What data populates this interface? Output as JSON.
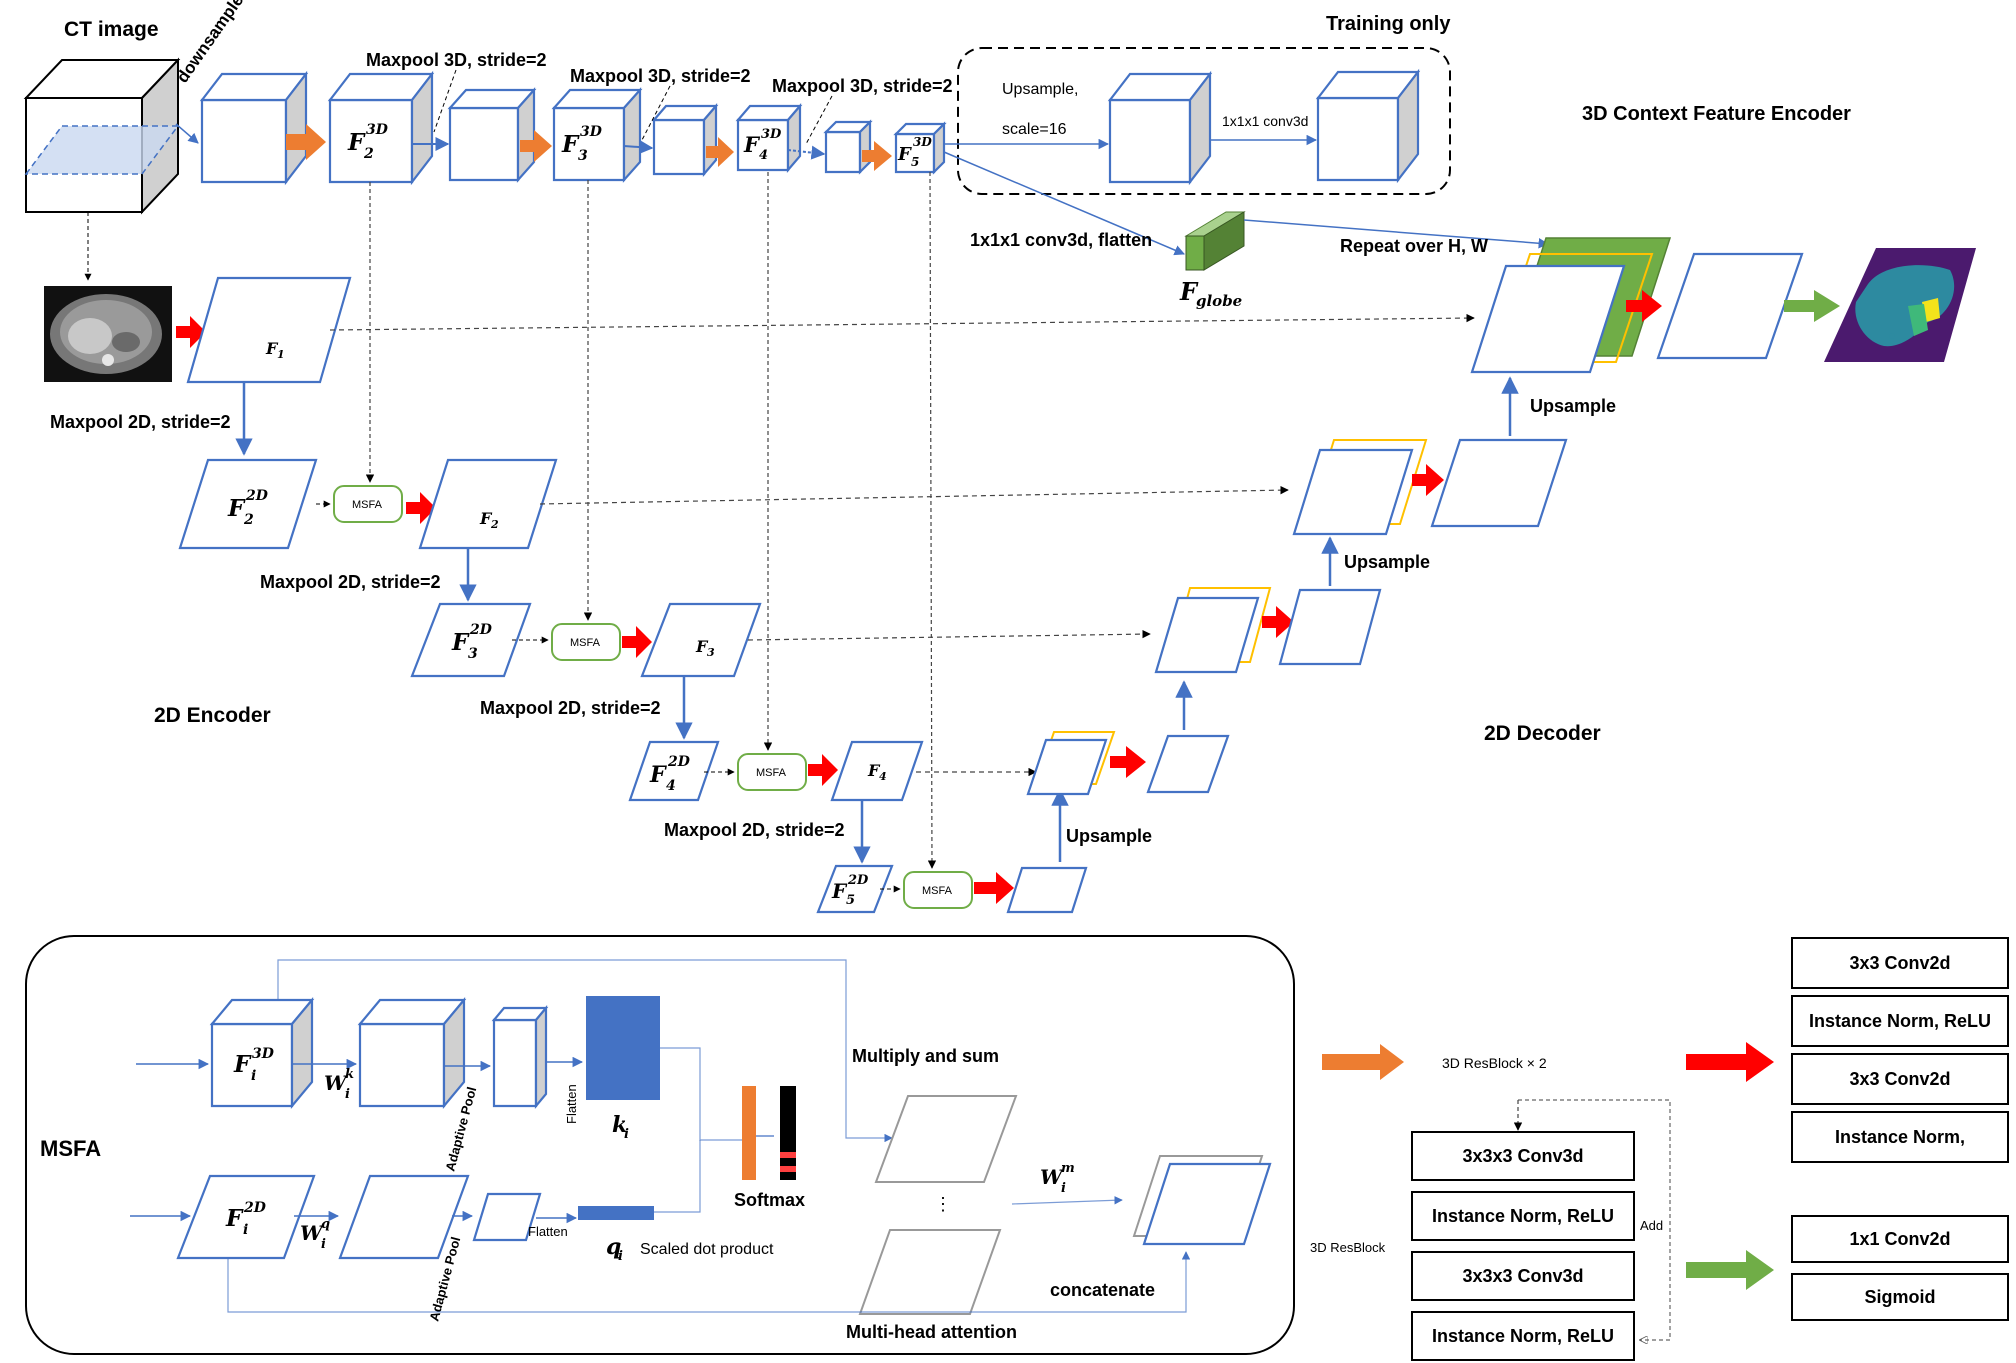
{
  "labels": {
    "ct_image": "CT image",
    "downsample": "downsample",
    "maxpool3d_1": "Maxpool 3D, stride=2",
    "maxpool3d_2": "Maxpool 3D, stride=2",
    "maxpool3d_3": "Maxpool 3D, stride=2",
    "training_only": "Training only",
    "upsample_scale_1": "Upsample,",
    "upsample_scale_2": "scale=16",
    "conv_1x1x1_small": "1x1x1 conv3d",
    "context_encoder": "3D Context Feature Encoder",
    "conv_flatten": "1x1x1 conv3d, flatten",
    "repeat_hw": "Repeat over H, W",
    "maxpool2d_1": "Maxpool 2D, stride=2",
    "maxpool2d_2": "Maxpool 2D, stride=2",
    "maxpool2d_3": "Maxpool 2D, stride=2",
    "maxpool2d_4": "Maxpool 2D, stride=2",
    "encoder_2d": "2D Encoder",
    "decoder_2d": "2D Decoder",
    "upsample_1": "Upsample",
    "upsample_2": "Upsample",
    "upsample_3": "Upsample",
    "msfa_box": "MSFA",
    "msfa_title": "MSFA",
    "adaptive_pool_1": "Adaptive Pool",
    "adaptive_pool_2": "Adaptive Pool",
    "flatten_1": "Flatten",
    "flatten_2": "Flatten",
    "multiply_sum": "Multiply and sum",
    "softmax": "Softmax",
    "scaled_dot": "Scaled dot product",
    "dots": "⋮",
    "concatenate": "concatenate",
    "multi_head": "Multi-head attention",
    "add": "Add",
    "resblock_legend": "3D ResBlock × 2",
    "resblock_label": "3D ResBlock"
  },
  "math": {
    "F": "F",
    "F1_sub": "1",
    "F2_sub": "2",
    "F3_sub": "3",
    "F4_sub": "4",
    "sup_3d": "3D",
    "sup_2d": "2D",
    "s2": "2",
    "s3": "3",
    "s4": "4",
    "s5": "5",
    "i": "i",
    "F_globe": "F",
    "globe_sub": "globe",
    "W": "W",
    "k": "k",
    "q": "q",
    "m": "m",
    "k_i": "k",
    "q_i": "q"
  },
  "resblock_rows": [
    "3x3x3 Conv3d",
    "Instance Norm, ReLU",
    "3x3x3 Conv3d",
    "Instance Norm, ReLU"
  ],
  "red_arrow_rows": [
    "3x3 Conv2d",
    "Instance Norm, ReLU",
    "3x3 Conv2d",
    "Instance Norm,"
  ],
  "green_arrow_rows": [
    "1x1 Conv2d",
    "Sigmoid"
  ],
  "colors": {
    "box_stroke": "#4472c4",
    "orange_arrow": "#ed7d31",
    "red_arrow": "#ff0000",
    "green_arrow": "#70ad47",
    "msfa_stroke": "#70ad47",
    "yellow_outline": "#ffc000",
    "green_fill": "#70ad47",
    "k_fill": "#4472c4"
  }
}
